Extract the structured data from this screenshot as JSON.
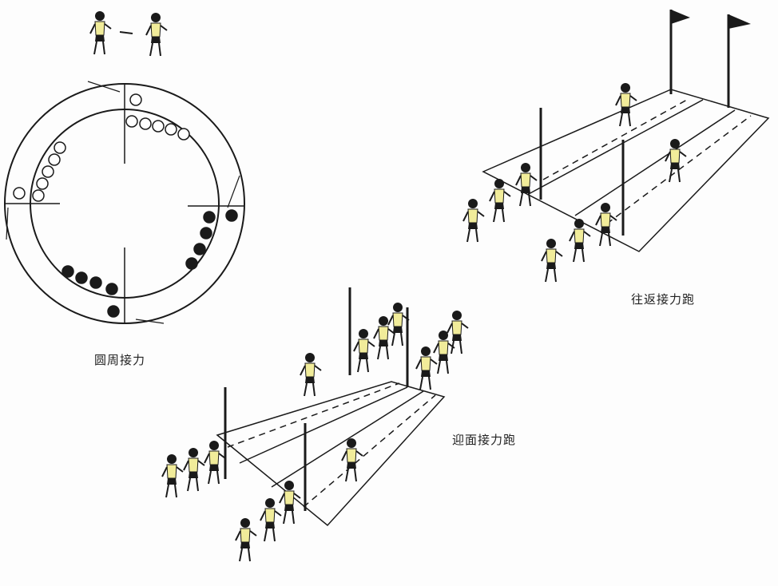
{
  "labels": {
    "circle_relay": "圆周接力",
    "shuttle_relay": "往返接力跑",
    "face_to_face_relay": "迎面接力跑"
  },
  "colors": {
    "shirt": "#f1ec9a",
    "line": "#1a1a1a",
    "background": "#fdfdfd"
  }
}
